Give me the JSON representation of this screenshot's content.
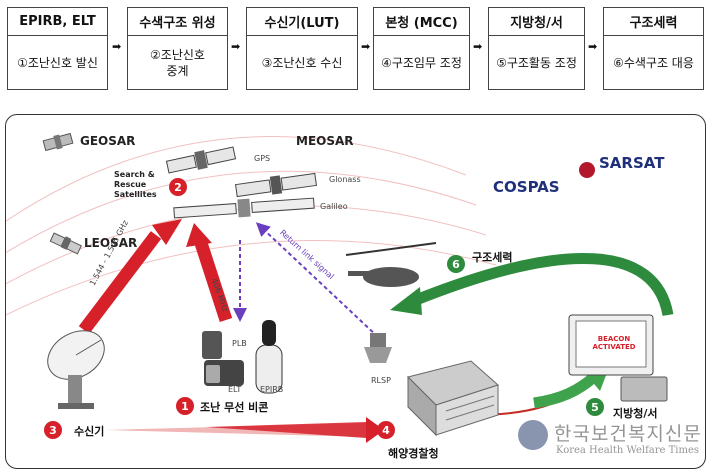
{
  "flow": {
    "steps": [
      {
        "head": "EPIRB, ELT",
        "body": "①조난신호 발신"
      },
      {
        "head": "수색구조 위성",
        "body": "②조난신호 중계"
      },
      {
        "head": "수신기(LUT)",
        "body": "③조난신호 수신"
      },
      {
        "head": "본청 (MCC)",
        "body": "④구조임무 조정"
      },
      {
        "head": "지방청/서",
        "body": "⑤구조활동 조정"
      },
      {
        "head": "구조세력",
        "body": "⑥수색구조 대응"
      }
    ],
    "arrow_glyph": "➡"
  },
  "diagram": {
    "satellites": {
      "geosar": "GEOSAR",
      "meosar": "MEOSAR",
      "leosar": "LEOSAR",
      "gps": "GPS",
      "glonass": "Glonass",
      "galileo": "Galileo",
      "search_rescue": "Search & Rescue Satellites"
    },
    "frequencies": {
      "downlink": "1.544 - 1.545 GHz",
      "uplink": "406 MHz",
      "return_link": "Return link signal"
    },
    "devices": {
      "plb": "PLB",
      "elt": "ELT",
      "epirb": "EPIRB",
      "rlsp": "RLSP"
    },
    "nodes": [
      {
        "num": "1",
        "label": "조난 무선 비콘"
      },
      {
        "num": "2",
        "label": ""
      },
      {
        "num": "3",
        "label": "수신기"
      },
      {
        "num": "4",
        "label": "해양경찰청"
      },
      {
        "num": "5",
        "label": "지방청/서"
      },
      {
        "num": "6",
        "label": "구조세력"
      }
    ],
    "logo": {
      "left": "COSPAS",
      "right": "SARSAT"
    },
    "beacon_screen": "BEACON ACTIVATED",
    "colors": {
      "red": "#d6202a",
      "green": "#2e8b3d",
      "purple": "#6a3fc0",
      "navy": "#1f2f7a"
    }
  },
  "watermark": {
    "korean": "한국보건복지신문",
    "english": "Korea Health Welfare Times"
  }
}
